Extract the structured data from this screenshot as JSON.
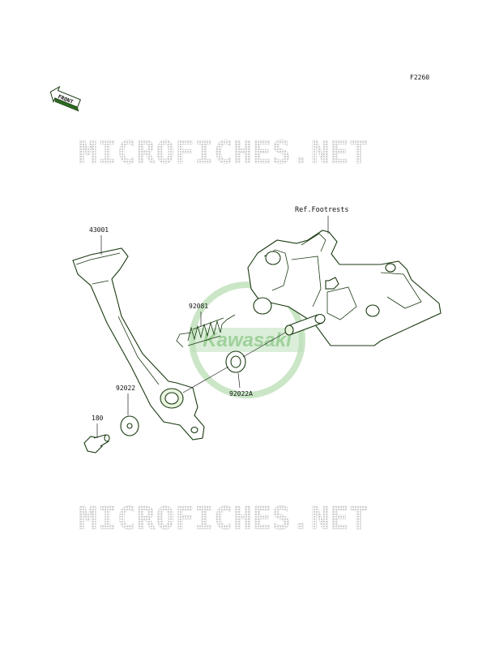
{
  "figure_code": "F2260",
  "front_label": "FRONT",
  "watermark": "MICROFICHES.NET",
  "logo_text": "Kawasaki",
  "reference_label": "Ref.Footrests",
  "parts": [
    {
      "number": "43001"
    },
    {
      "number": "92081"
    },
    {
      "number": "92022"
    },
    {
      "number": "92022A"
    },
    {
      "number": "180"
    }
  ],
  "colors": {
    "line": "#1a3a12",
    "watermark_fill": "#e6e6e6",
    "logo_green": "#9ed09a"
  }
}
